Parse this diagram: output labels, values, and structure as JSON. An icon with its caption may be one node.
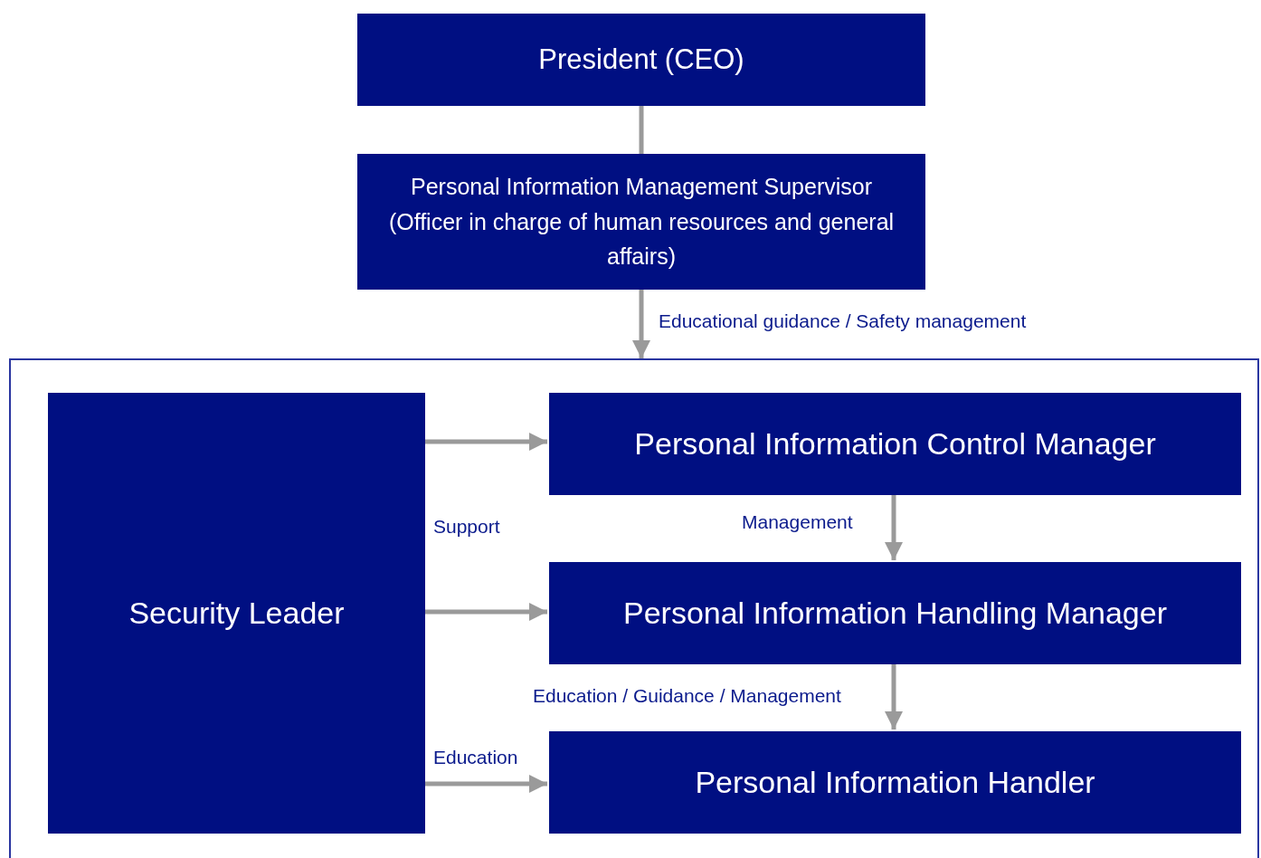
{
  "diagram": {
    "nodes": [
      {
        "text": [
          "President (CEO)"
        ]
      },
      {
        "text": [
          "Personal Information Management Supervisor (Officer in charge of human resources and general affairs)"
        ]
      },
      {
        "text": [],
        "shape": "box"
      },
      {
        "text": [
          "Security Leader"
        ],
        "in": 2
      },
      {
        "text": [
          "Personal Information Control Manager"
        ],
        "in": 2
      },
      {
        "text": [
          "Personal Information Handling Manager"
        ],
        "in": 2
      },
      {
        "text": [
          "Personal Information Handler"
        ],
        "in": 2
      }
    ],
    "edges": [
      {
        "from": 0,
        "to": 1,
        "arrow": "none"
      },
      {
        "from": 1,
        "to": 2,
        "arrow": "to",
        "label": "Educational guidance / Safety management"
      },
      {
        "from": 3,
        "to": 4,
        "arrow": "to"
      },
      {
        "from": 3,
        "to": 5,
        "arrow": "to"
      },
      {
        "from": 4,
        "to": 5,
        "arrow": "to",
        "label": "Management"
      },
      {
        "from": 5,
        "to": 6,
        "arrow": "to",
        "label": "Education / Guidance / Management"
      },
      {
        "from": 3,
        "to": 6,
        "arrow": "to",
        "label": "Education"
      }
    ],
    "labels": [
      "Support"
    ]
  }
}
